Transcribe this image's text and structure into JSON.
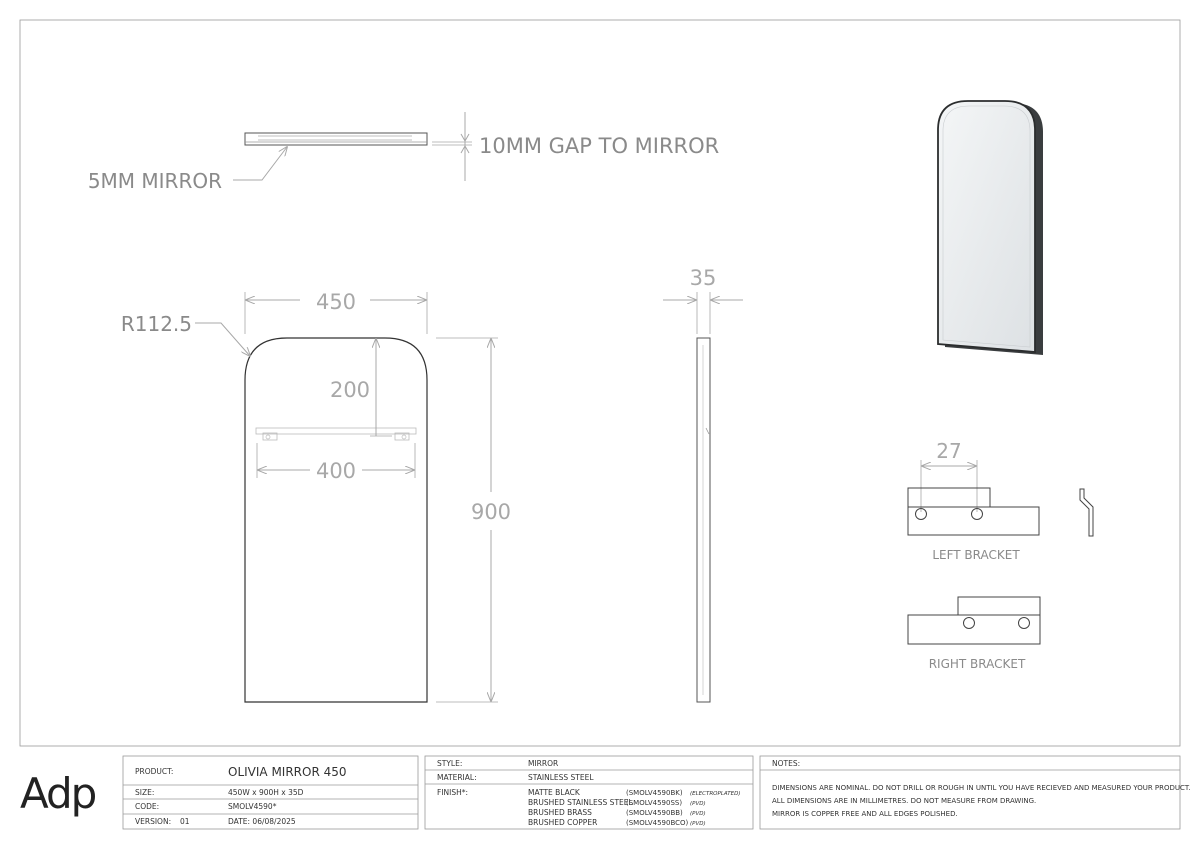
{
  "drawing": {
    "top_view": {
      "mirror_label": "5MM MIRROR",
      "gap_label": "10MM GAP TO MIRROR"
    },
    "front_view": {
      "radius_label": "R112.5",
      "width_label": "450",
      "bracket_offset_label": "200",
      "bracket_span_label": "400",
      "height_label": "900"
    },
    "side_view": {
      "depth_label": "35"
    },
    "brackets": {
      "hole_spacing_label": "27",
      "left_label": "LEFT BRACKET",
      "right_label": "RIGHT BRACKET"
    }
  },
  "title_block": {
    "logo": "Adp",
    "product_label": "PRODUCT:",
    "product_value": "OLIVIA MIRROR 450",
    "size_label": "SIZE:",
    "size_value": "450W x 900H x 35D",
    "code_label": "CODE:",
    "code_value": "SMOLV4590*",
    "version_label": "VERSION:",
    "version_value": "01",
    "date_value": "DATE: 06/08/2025",
    "style_label": "STYLE:",
    "style_value": "MIRROR",
    "material_label": "MATERIAL:",
    "material_value": "STAINLESS STEEL",
    "finish_label": "FINISH*:",
    "finishes": [
      {
        "name": "MATTE BLACK",
        "code": "(SMOLV4590BK)",
        "process": "(ELECTROPLATED)"
      },
      {
        "name": "BRUSHED STAINLESS STEEL",
        "code": "(SMOLV4590SS)",
        "process": "(PVD)"
      },
      {
        "name": "BRUSHED BRASS",
        "code": "(SMOLV4590BB)",
        "process": "(PVD)"
      },
      {
        "name": "BRUSHED COPPER",
        "code": "(SMOLV4590BCO)",
        "process": "(PVD)"
      }
    ],
    "notes_label": "NOTES:",
    "notes": [
      "DIMENSIONS ARE NOMINAL. DO NOT DRILL OR ROUGH IN UNTIL YOU HAVE RECIEVED AND MEASURED YOUR PRODUCT.",
      "ALL DIMENSIONS ARE IN MILLIMETRES. DO NOT MEASURE FROM DRAWING.",
      "MIRROR IS COPPER FREE AND ALL EDGES POLISHED."
    ]
  }
}
